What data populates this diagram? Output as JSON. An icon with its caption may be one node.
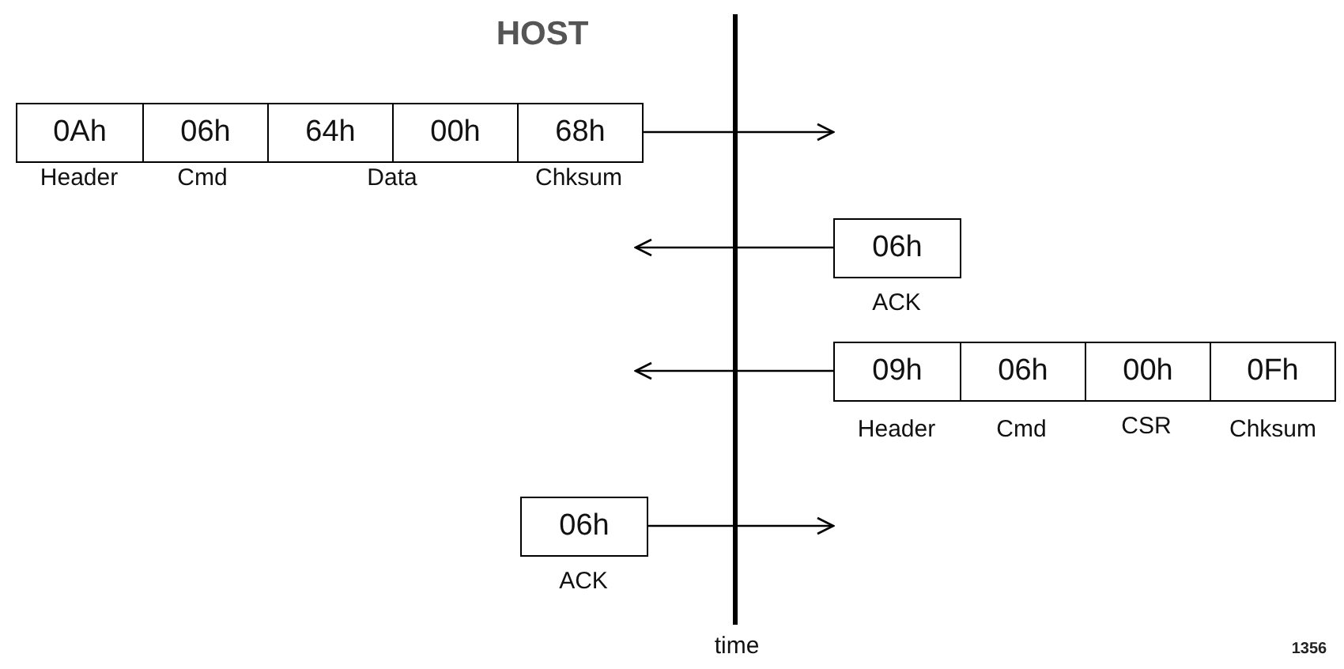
{
  "diagram": {
    "nodes": [
      {
        "text": [],
        "shape": "box"
      },
      {
        "text": [
          "0Ah"
        ],
        "in": 0
      },
      {
        "text": [
          "06h"
        ],
        "in": 0
      },
      {
        "text": [
          "64h"
        ],
        "in": 0
      },
      {
        "text": [
          "00h"
        ],
        "in": 0
      },
      {
        "text": [
          "68h"
        ],
        "in": 0
      },
      {
        "text": [
          "06h"
        ],
        "beside": [
          "ACK"
        ]
      },
      {
        "text": [],
        "shape": "box"
      },
      {
        "text": [
          "09h"
        ],
        "in": 7
      },
      {
        "text": [
          "06h"
        ],
        "in": 7
      },
      {
        "text": [
          "00h"
        ],
        "in": 7
      },
      {
        "text": [
          "0Fh"
        ],
        "in": 7
      },
      {
        "text": [
          "06h"
        ],
        "beside": [
          "ACK"
        ]
      }
    ],
    "edges": [
      {
        "from": 0,
        "to": null,
        "arrow": "to"
      },
      {
        "from": 6,
        "to": null,
        "arrow": "to"
      },
      {
        "from": 7,
        "to": null,
        "arrow": "to"
      },
      {
        "from": 12,
        "to": null,
        "arrow": "to"
      }
    ],
    "labels": [
      "HOST",
      "Header",
      "Cmd",
      "Data",
      "Chksum",
      "Header",
      "Cmd",
      "CSR",
      "Chksum",
      "time",
      "1356"
    ]
  }
}
